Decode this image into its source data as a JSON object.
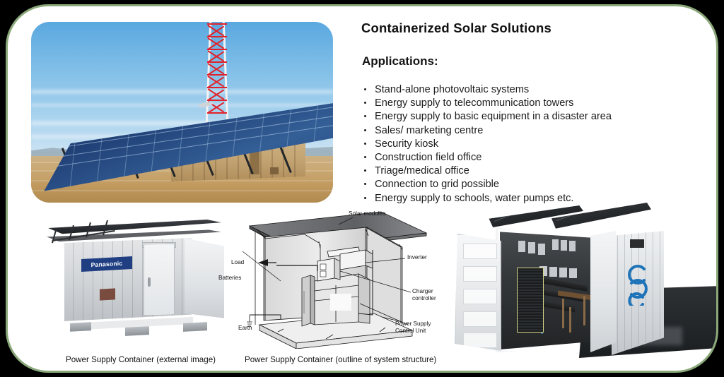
{
  "slide": {
    "title": "Containerized Solar Solutions",
    "applications_heading": "Applications:",
    "bullets": [
      "Stand-alone photovoltaic systems",
      "Energy supply to telecommunication towers",
      "Energy supply to basic equipment in a disaster area",
      "Sales/ marketing centre",
      "Security kiosk",
      "Construction field office",
      "Triage/medical office",
      "Connection to grid possible",
      "Energy supply to schools, water pumps etc."
    ],
    "captions": {
      "left": "Power Supply Container (external image)",
      "right": "Power Supply Container (outline of system structure)"
    },
    "colors": {
      "border_green": "#8aa87a",
      "background": "#000000",
      "card": "#ffffff",
      "panasonic_blue": "#1f3f82",
      "pv_blue": "#2b4f86",
      "field_tan": "#c29a5f"
    }
  },
  "photos": {
    "solar_farm": {
      "name": "Solar array with telecommunication tower over container",
      "brand_tower": "telecom lattice tower"
    },
    "panasonic_container": {
      "brand_label": "Panasonic"
    },
    "open_container": {
      "name": "White shipping container with open doors and rooftop solar panels"
    }
  },
  "diagram": {
    "labels": {
      "solar_modules": "Solar modules",
      "load": "Load",
      "batteries": "Batteries",
      "inverter": "Inverter",
      "charger_controller_line1": "Charger",
      "charger_controller_line2": "controller",
      "earth": "Earth",
      "psu_line1": "Power Supply",
      "psu_line2": "Control Unit"
    }
  }
}
